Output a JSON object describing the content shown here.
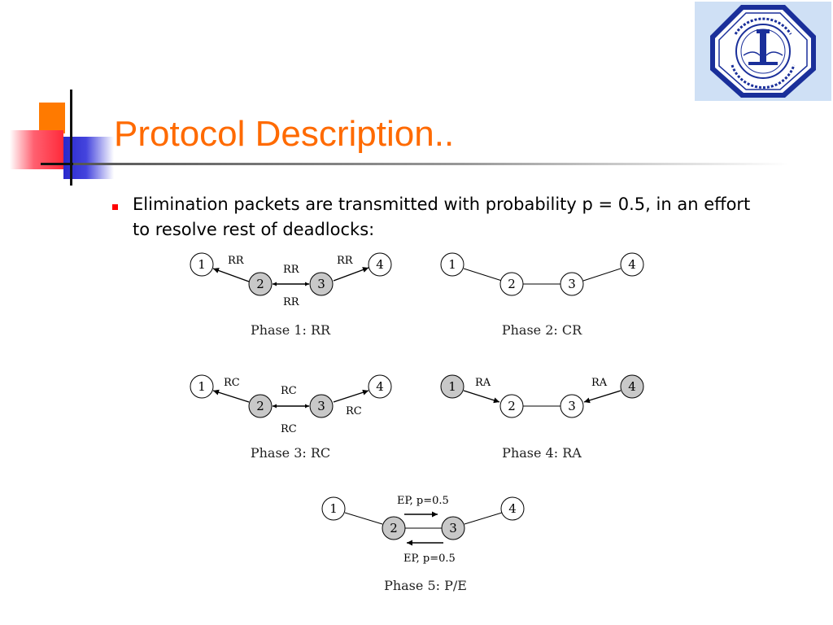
{
  "slide": {
    "title": "Protocol Description..",
    "bullet": "Elimination packets are transmitted with probability p = 0.5, in an effort to resolve rest of deadlocks:"
  },
  "colors": {
    "title": "#ff6a00",
    "bullet_marker": "#ff0000",
    "highlighted_node": "#c8c8c8",
    "plain_node": "#ffffff"
  },
  "logo": {
    "icon": "university-seal-icon"
  },
  "diagram": {
    "phase1": {
      "caption": "Phase 1: RR",
      "nodes": [
        "1",
        "2",
        "3",
        "4"
      ],
      "labels": {
        "left": "RR",
        "mid_top": "RR",
        "mid_bottom": "RR",
        "right": "RR"
      }
    },
    "phase2": {
      "caption": "Phase 2: CR",
      "nodes": [
        "1",
        "2",
        "3",
        "4"
      ]
    },
    "phase3": {
      "caption": "Phase 3: RC",
      "nodes": [
        "1",
        "2",
        "3",
        "4"
      ],
      "labels": {
        "left": "RC",
        "mid_top": "RC",
        "mid_bottom": "RC",
        "right": "RC"
      }
    },
    "phase4": {
      "caption": "Phase 4: RA",
      "nodes": [
        "1",
        "2",
        "3",
        "4"
      ],
      "labels": {
        "left": "RA",
        "right": "RA"
      }
    },
    "phase5": {
      "caption": "Phase 5: P/E",
      "nodes": [
        "1",
        "2",
        "3",
        "4"
      ],
      "labels": {
        "top": "EP, p=0.5",
        "bottom": "EP, p=0.5"
      }
    }
  }
}
